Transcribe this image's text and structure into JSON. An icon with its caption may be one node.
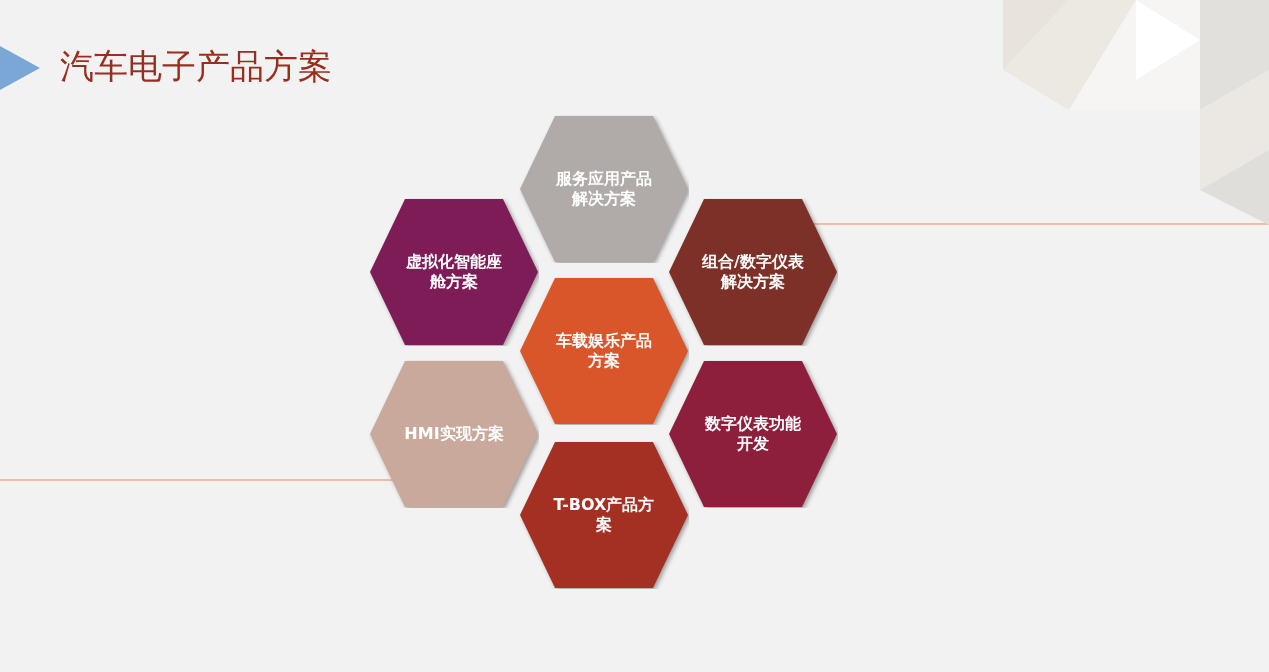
{
  "diagram": {
    "title": "汽车电子产品方案",
    "nodes": [
      {
        "text": [
          "服务应用产品解决方案"
        ]
      },
      {
        "text": [
          "虚拟化智能座舱方案"
        ]
      },
      {
        "text": [
          "组合/数字仪表解决方案"
        ]
      },
      {
        "text": [
          "车载娱乐产品方案"
        ]
      },
      {
        "text": [
          "HMI实现方案"
        ]
      },
      {
        "text": [
          "数字仪表功能开发"
        ]
      },
      {
        "text": [
          "T-BOX产品方案"
        ]
      }
    ],
    "edges": []
  }
}
